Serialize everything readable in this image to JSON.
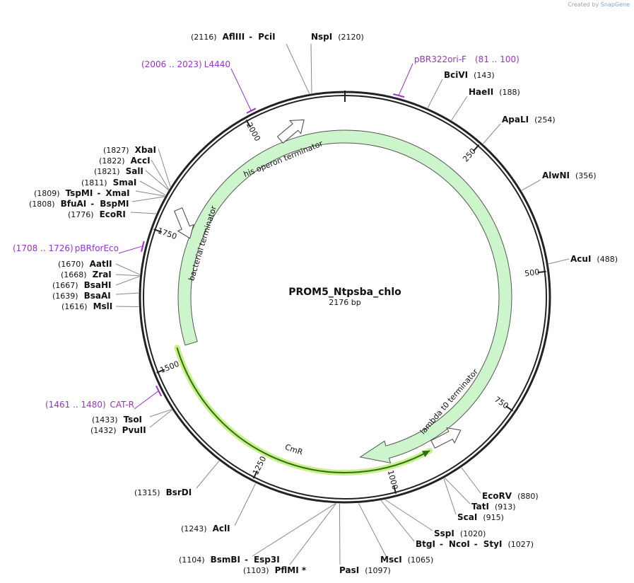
{
  "branding": {
    "prefix": "Created by",
    "name": "SnapGene"
  },
  "plasmid": {
    "name": "PROM5_Ntpsba_chlo",
    "length": "2176 bp",
    "total_bp": 2176
  },
  "ticks": [
    {
      "bp": 250,
      "label": "250"
    },
    {
      "bp": 500,
      "label": "500"
    },
    {
      "bp": 750,
      "label": "750"
    },
    {
      "bp": 1000,
      "label": "1000"
    },
    {
      "bp": 1250,
      "label": "1250"
    },
    {
      "bp": 1500,
      "label": "1500"
    },
    {
      "bp": 1750,
      "label": "1750"
    },
    {
      "bp": 2000,
      "label": "2000"
    }
  ],
  "features": [
    {
      "name": "CmR",
      "start": 1531,
      "end": 1055,
      "direction": "cw",
      "color": "#ccf5cc"
    },
    {
      "name": "lambda t0 terminator",
      "start": 900,
      "end": 840,
      "direction": "cw",
      "color": "#ffffff"
    },
    {
      "name": "bacterial terminator",
      "start": 1785,
      "end": 1775,
      "direction": "ccw",
      "color": "#ffffff"
    },
    {
      "name": "his operon terminator",
      "start": 2060,
      "end": 2085,
      "direction": "cw",
      "color": "#ffffff"
    }
  ],
  "orf": {
    "start": 1531,
    "end": 913,
    "color": "#2f6f14",
    "glow": "#c7ef8a"
  },
  "primers": [
    {
      "name": "pBR322ori-F",
      "range": "(81 .. 100)",
      "start": 81,
      "end": 100
    },
    {
      "name": "L4440",
      "range": "(2006 .. 2023)",
      "start": 2006,
      "end": 2023
    },
    {
      "name": "pBRforEco",
      "range": "(1708 .. 1726)",
      "start": 1708,
      "end": 1726
    },
    {
      "name": "CAT-R",
      "range": "(1461 .. 1480)",
      "start": 1461,
      "end": 1480
    }
  ],
  "sites": [
    {
      "text": [
        "(2116)",
        "AflIII",
        "-",
        "PciI"
      ]
    },
    {
      "text": [
        "NspI",
        "(2120)"
      ]
    },
    {
      "text": [
        "BciVI",
        "(143)"
      ]
    },
    {
      "text": [
        "HaeII",
        "(188)"
      ]
    },
    {
      "text": [
        "ApaLI",
        "(254)"
      ]
    },
    {
      "text": [
        "AlwNI",
        "(356)"
      ]
    },
    {
      "text": [
        "AcuI",
        "(488)"
      ]
    },
    {
      "text": [
        "EcoRV",
        "(880)"
      ]
    },
    {
      "text": [
        "TatI",
        "(913)"
      ]
    },
    {
      "text": [
        "ScaI",
        "(915)"
      ]
    },
    {
      "text": [
        "SspI",
        "(1020)"
      ]
    },
    {
      "text": [
        "BtgI",
        "-",
        "NcoI",
        "-",
        "StyI",
        "(1027)"
      ]
    },
    {
      "text": [
        "MscI",
        "(1065)"
      ]
    },
    {
      "text": [
        "PasI",
        "(1097)"
      ]
    },
    {
      "text": [
        "(1103)",
        "PflMI *"
      ]
    },
    {
      "text": [
        "(1104)",
        "BsmBI",
        "-",
        "Esp3I"
      ]
    },
    {
      "text": [
        "(1243)",
        "AclI"
      ]
    },
    {
      "text": [
        "(1315)",
        "BsrDI"
      ]
    },
    {
      "text": [
        "(1432)",
        "PvuII"
      ]
    },
    {
      "text": [
        "(1433)",
        "TsoI"
      ]
    },
    {
      "text": [
        "(1616)",
        "MslI"
      ]
    },
    {
      "text": [
        "(1639)",
        "BsaAI"
      ]
    },
    {
      "text": [
        "(1667)",
        "BsaHI"
      ]
    },
    {
      "text": [
        "(1668)",
        "ZraI"
      ]
    },
    {
      "text": [
        "(1670)",
        "AatII"
      ]
    },
    {
      "text": [
        "(1776)",
        "EcoRI"
      ]
    },
    {
      "text": [
        "(1808)",
        "BfuAI",
        "-",
        "BspMI"
      ]
    },
    {
      "text": [
        "(1809)",
        "TspMI",
        "-",
        "XmaI"
      ]
    },
    {
      "text": [
        "(1811)",
        "SmaI"
      ]
    },
    {
      "text": [
        "(1821)",
        "SalI"
      ]
    },
    {
      "text": [
        "(1822)",
        "AccI"
      ]
    },
    {
      "text": [
        "(1827)",
        "XbaI"
      ]
    }
  ]
}
